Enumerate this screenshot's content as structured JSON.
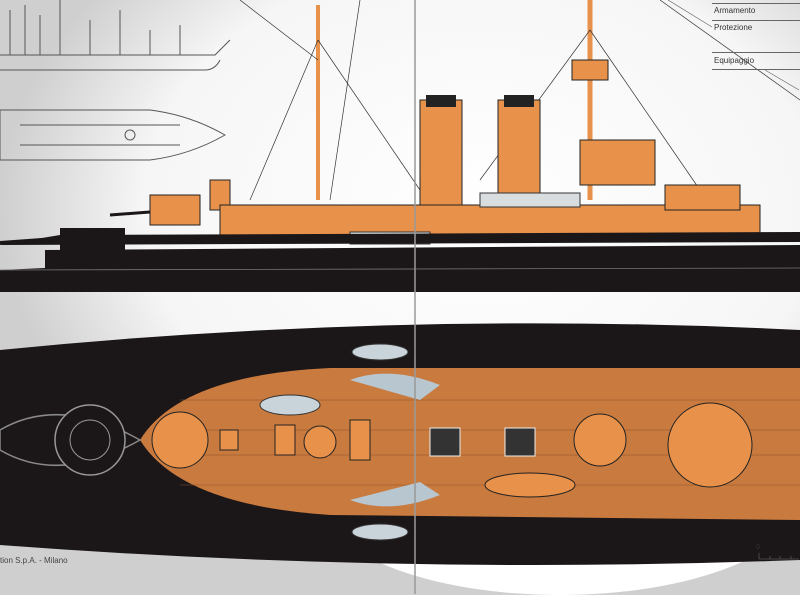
{
  "legend": {
    "armamento": "Armamento",
    "protezione": "Protezione",
    "equipaggio": "Equipaggio"
  },
  "credit": "tion S.p.A. - Milano",
  "scale": {
    "zero": "0"
  },
  "colors": {
    "hull": "#1b1618",
    "deck": "#e8914a",
    "wood": "#c97a3e",
    "boat": "#c9d3da",
    "paper": "#ffffff"
  }
}
